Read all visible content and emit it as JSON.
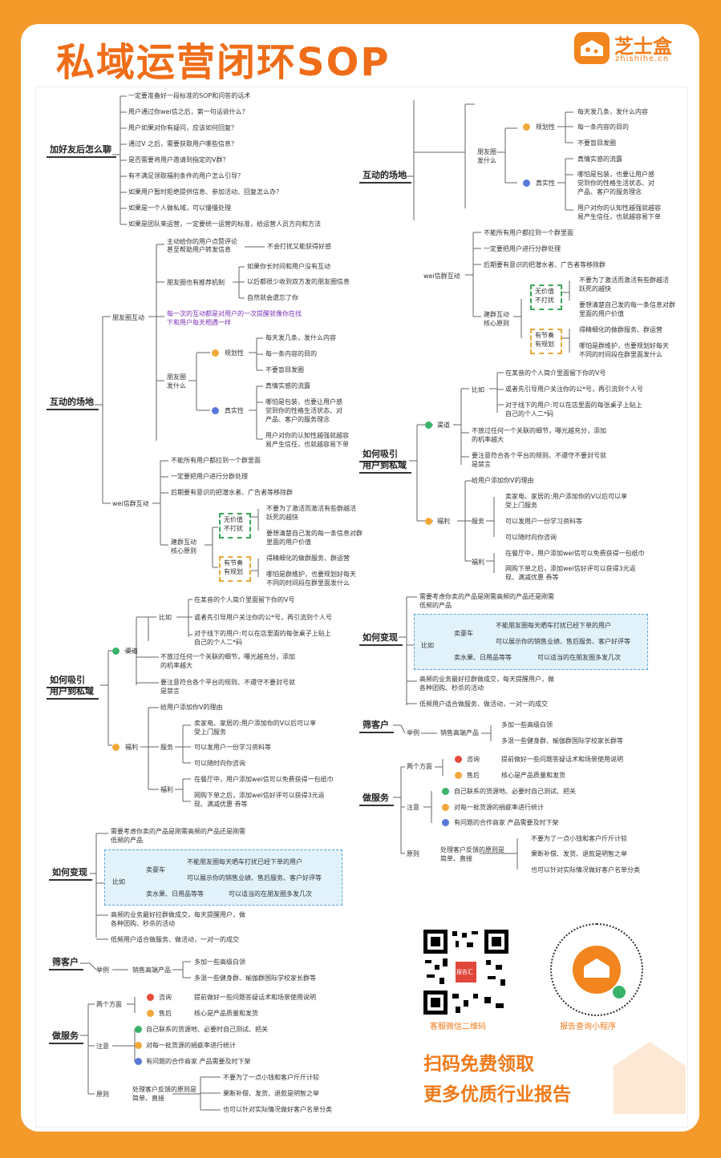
{
  "header": {
    "title": "私域运营闭环SOP",
    "brand": "芝士盒",
    "brand_url": "zhishihe.cn",
    "brand_color": "#f07a1a"
  },
  "l1": {
    "title": "加好友后怎么聊",
    "items": [
      "一定要准备好一段标准的SOP和问答的话术",
      "用户通过你wei信之后，第一句话说什么？",
      "用户如果对你有疑问，应该如何回复？",
      "通过V 之后，需要获取用户哪些信息？",
      "是否需要将用户邀请到指定的V群？",
      "有不满足领取福利条件的用户怎么引导？",
      "如果用户暂时拒绝提供信息、参加活动、回复怎么办？",
      "如果是一个人做私域，可以慢慢处理",
      "如果是团队来运营，一定要统一运营的标准，给运营人员方向和方法"
    ]
  },
  "l2": {
    "title": "互动的场地",
    "friend_interact": "朋友圈互动",
    "fi1": "主动给你的用户点赞评论",
    "fi1b": "甚至帮助用户转发信息",
    "fi1c": "不会打扰又能获得好感",
    "fi2": "朋友圈也有推荐机制",
    "fi2a": "如果你长时间和用户没有互动",
    "fi2b": "以后都很少收到双方发的朋友圈信息",
    "fi2c": "自然就会遗忘了你",
    "fi3a": "每一次的互动都是对用户的一次提醒就像你在找",
    "fi3b": "下和用户每天相遇一样",
    "moments": "朋友圈",
    "moments2": "发什么",
    "plan": "规划性",
    "plan_items": [
      "每天发几条，发什么内容",
      "每一条内容的目的",
      "不要盲目发圈"
    ],
    "real": "真实性",
    "real_items": [
      "真情实感的流露",
      "哪怕是包装，也要让用户感",
      "觉到你的性格生活状态、对",
      "产品、客户的服务理念",
      "用户对你的认知性越强就越容",
      "易产生信任，也就越容易下单"
    ],
    "group": "wei信群互动",
    "g_items": [
      "不能所有用户都拉到一个群里面",
      "一定要把用户进行分群处理",
      "后期要有意识的把潜水者、广告者等移除群"
    ],
    "g_core": "建群互动",
    "g_core2": "核心原则",
    "novalue": "无价值",
    "novalue2": "不打扰",
    "nv_items": [
      "不要为了激活而激活有些群越活",
      "跃死的越快",
      "要想清楚自己发的每一条信息对群",
      "里面的用户价值"
    ],
    "rhythm": "有节奏",
    "rhythm2": "有规划",
    "rh_items": [
      "得精细化的做群服务、群运营",
      "哪怕是群维护，也要规划好每天",
      "不同的时间段在群里面发什么"
    ]
  },
  "l3": {
    "title": "如何吸引",
    "title2": "用户到私域",
    "channel": "渠道",
    "compare": "比如",
    "c_items": [
      "在某音的个人简介里面留下你的V号",
      "或者先引导用户关注你的公*号，再引流到个人号",
      "对于线下的用户:可以在店里面的每张桌子上贴上",
      "自己的个人二*码"
    ],
    "c_more": [
      "不放过任何一个关联的细节，曝光越充分，添加",
      "的机率越大",
      "要注意符合各个平台的规则、不遵守不要封号就",
      "是禁言"
    ],
    "benefit": "福利",
    "b_intro": "给用户添加你V的理由",
    "service": "服务",
    "s_items": [
      "卖家电、家居的:用户添加你的V以后可以享",
      "受上门服务",
      "可以发用户一份学习资料等",
      "可以随时向你咨询"
    ],
    "fuli": "福利",
    "f_items": [
      "在餐厅中，用户添加wei信可以免费获得一包纸巾",
      "网购下单之后，添加wei信好评可以获得3元返",
      "现、满减优惠 券等"
    ]
  },
  "l4": {
    "title": "如何变现",
    "intro": [
      "需要考虑你卖的产品是刚需高频的产品还是刚需",
      "低频的产品"
    ],
    "compare": "比如",
    "car": "卖豪车",
    "car1": "不能朋友圈每天晒车打扰已经下单的用户",
    "car2": "可以展示你的销售业绩、售后服务、客户好评等",
    "fruit": "卖水果、日用品等等",
    "fruit2": "可以适当的在朋友圈多发几次",
    "hi": [
      "高频的业务最好拉群做成交，每天提醒用户，做",
      "各种团购、秒杀的活动"
    ],
    "lo": "低频用户适合做服务、做活动，一对一的成交"
  },
  "l5": {
    "title": "筛客户",
    "ex": "举例",
    "sell": "销售高端产品",
    "s1": "多加一些高级白领",
    "s2": "多混一些健身群、瑜伽群国际学校家长群等"
  },
  "l6": {
    "title": "做服务",
    "two": "两个方面",
    "consult": "咨询",
    "consult2": "提前做好一些问题答疑话术和场景使用说明",
    "after": "售后",
    "after2": "核心是产品质量和发货",
    "note": "注意",
    "n1": "自己联系的货源地、必要时自己测试、把关",
    "n2": "对每一批货源的捐疵率进行统计",
    "n3": "有问题的合作商家 产品需要及时下架",
    "rule": "原则",
    "rule2": "处理客户反馈的原则是",
    "rule3": "简单、直接",
    "r1": "不要为了一点小钱和客户斤斤计较",
    "r2": "果断补偿、发货、退款是明智之举",
    "r3": "也可以针对实际情况做好客户名单分类"
  },
  "promo": {
    "qr_caption": "客服微信二维码",
    "mini_caption": "报告查询小程序",
    "qr_center": "报告汇",
    "cta1": "扫码免费领取",
    "cta2": "更多优质行业报告"
  }
}
